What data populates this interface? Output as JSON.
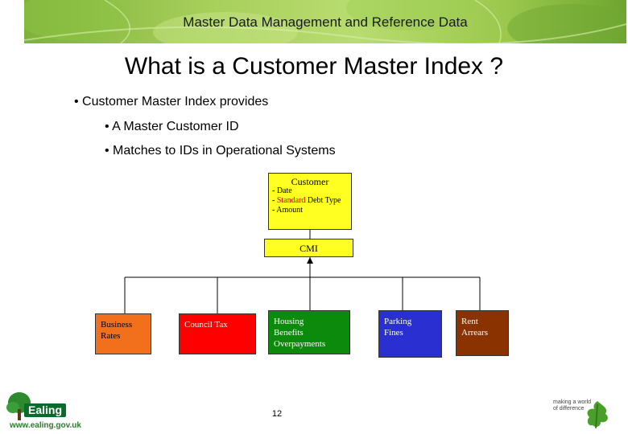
{
  "header": {
    "banner_text": "Master Data Management and Reference Data"
  },
  "slide": {
    "title": "What is a Customer Master Index ?",
    "bullets": [
      "• Customer Master Index provides",
      "• A Master Customer ID",
      "• Matches to IDs in Operational Systems"
    ]
  },
  "diagram": {
    "customer_box": {
      "title": "Customer",
      "line1": "- Date",
      "line2_prefix": "- ",
      "line2_highlight": "Standard",
      "line2_suffix": " Debt Type",
      "line3": "- Amount"
    },
    "cmi_label": "CMI",
    "systems": [
      {
        "line1": "Business",
        "line2": "Rates",
        "color": "#f26f1c"
      },
      {
        "line1": "Council Tax",
        "line2": "",
        "color": "#ff0000"
      },
      {
        "line1": "Housing",
        "line2": "Benefits",
        "line3": "Overpayments",
        "color": "#0c8a0c"
      },
      {
        "line1": "Parking",
        "line2": "Fines",
        "color": "#2a2fd2"
      },
      {
        "line1": "Rent",
        "line2": "Arrears",
        "color": "#8a3200"
      }
    ]
  },
  "footer": {
    "page_number": "12",
    "logo_left_name": "Ealing",
    "logo_left_url": "www.ealing.gov.uk",
    "logo_right_line1": "making a world",
    "logo_right_line2": "of difference"
  }
}
